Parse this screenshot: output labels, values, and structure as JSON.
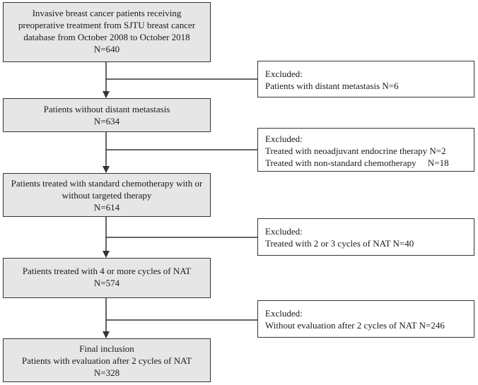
{
  "steps": [
    {
      "lines": [
        "Invasive breast cancer patients receiving",
        "preoperative treatment from SJTU breast cancer",
        "database from October 2008 to October 2018",
        "N=640"
      ]
    },
    {
      "lines": [
        "Patients without distant metastasis",
        "N=634"
      ]
    },
    {
      "lines": [
        "Patients treated with standard chemotherapy with or",
        "without targeted therapy",
        "N=614"
      ]
    },
    {
      "lines": [
        "Patients treated with 4 or more cycles of NAT",
        "N=574"
      ]
    },
    {
      "lines": [
        "Final inclusion",
        "Patients with evaluation after 2 cycles of NAT",
        "N=328"
      ]
    }
  ],
  "exclusions": [
    {
      "lines": [
        "Excluded:",
        "Patients with distant metastasis N=6"
      ]
    },
    {
      "lines": [
        "Excluded:",
        "Treated with neoadjuvant endocrine therapy N=2",
        "Treated with non-standard chemotherapy     N=18"
      ]
    },
    {
      "lines": [
        "Excluded:",
        "Treated with 2 or 3 cycles of NAT N=40"
      ]
    },
    {
      "lines": [
        "Excluded:",
        "Without evaluation after 2 cycles of NAT N=246"
      ]
    }
  ]
}
